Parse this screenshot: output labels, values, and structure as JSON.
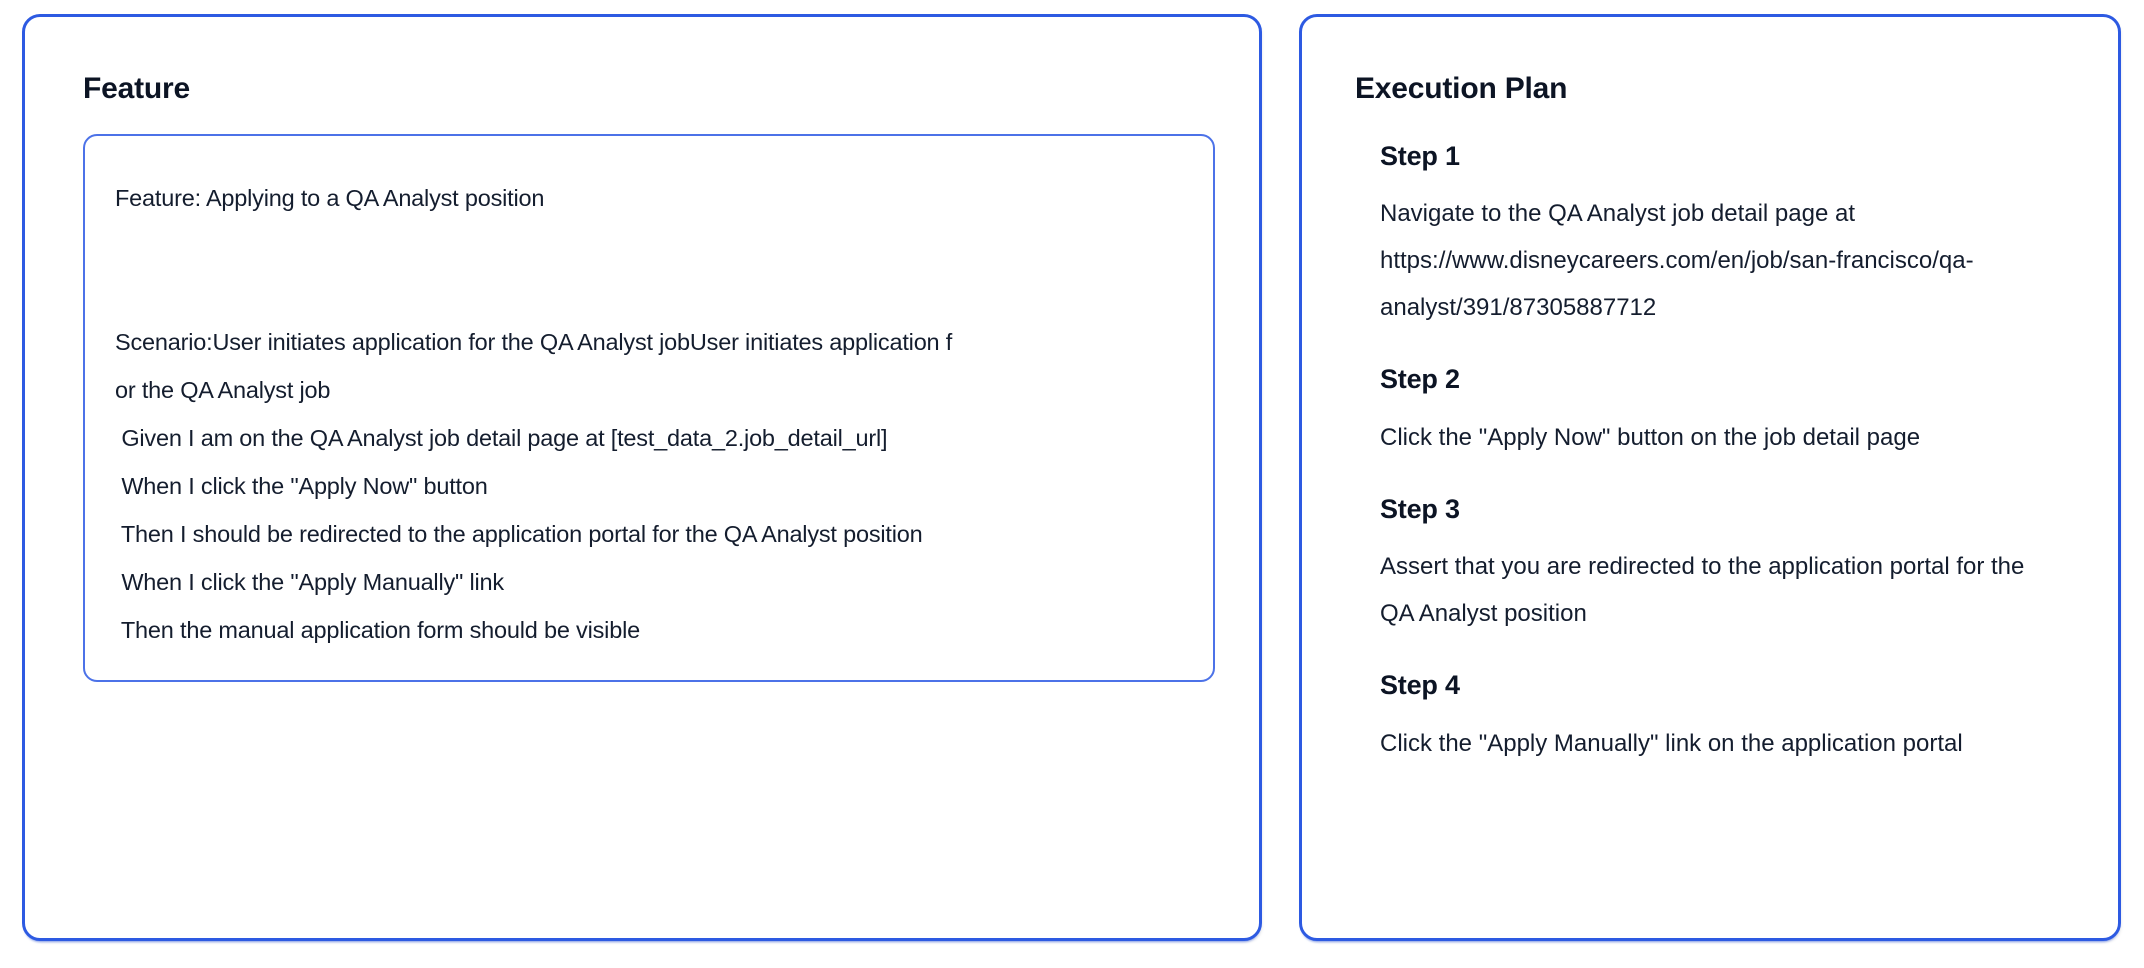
{
  "colors": {
    "panel_border": "#2d5ae2",
    "box_border": "#4c72e8",
    "heading_text": "#0c1424",
    "body_text": "#141d2e"
  },
  "feature": {
    "title": "Feature",
    "text_lines": [
      "Feature: Applying to a QA Analyst position",
      "",
      "",
      "Scenario:User initiates application for the QA Analyst jobUser initiates application f",
      "or the QA Analyst job",
      " Given I am on the QA Analyst job detail page at [test_data_2.job_detail_url]",
      " When I click the \"Apply Now\" button",
      " Then I should be redirected to the application portal for the QA Analyst position",
      " When I click the \"Apply Manually\" link",
      " Then the manual application form should be visible"
    ]
  },
  "execution_plan": {
    "title": "Execution Plan",
    "steps": [
      {
        "label": "Step 1",
        "description": "Navigate to the QA Analyst job detail page at https://www.disneycareers.com/en/job/san-francisco/qa-analyst/391/87305887712"
      },
      {
        "label": "Step 2",
        "description": "Click the \"Apply Now\" button on the job detail page"
      },
      {
        "label": "Step 3",
        "description": "Assert that you are redirected to the application portal for the QA Analyst position"
      },
      {
        "label": "Step 4",
        "description": "Click the \"Apply Manually\" link on the application portal"
      }
    ]
  }
}
